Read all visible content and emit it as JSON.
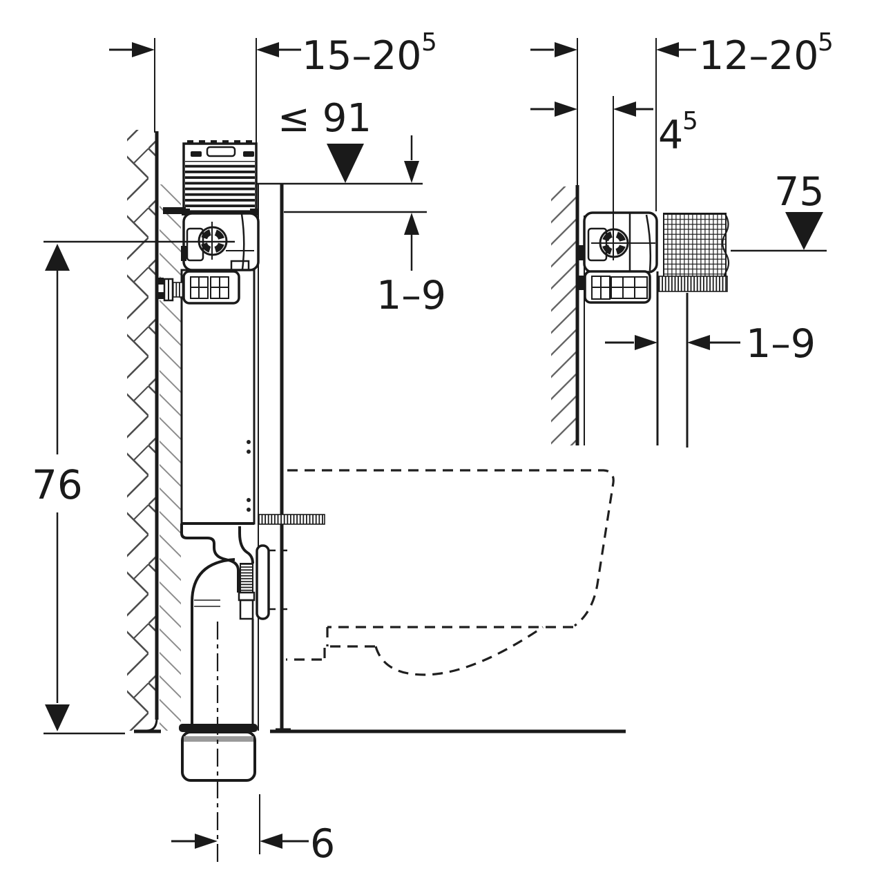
{
  "colors": {
    "background": "#ffffff",
    "line": "#1a1a1a",
    "hatch_masonry": "#4d4d4d",
    "hatch_finish": "#8c8c8c",
    "hatch_wall_right": "#666666",
    "seal_gray": "#9a9a9a"
  },
  "left_view": {
    "dims": {
      "wall_depth_main": "15–20",
      "wall_depth_sup": "5",
      "max_cover_height": "≤ 91",
      "cover_trim_range": "1–9",
      "flush_bend_height": "76",
      "outlet_offset": "6"
    }
  },
  "right_view": {
    "dims": {
      "wall_depth_main": "12–20",
      "wall_depth_sup": "5",
      "rail_depth_main": "4",
      "rail_depth_sup": "5",
      "top_level": "75",
      "finish_thickness_range": "1–9"
    }
  }
}
